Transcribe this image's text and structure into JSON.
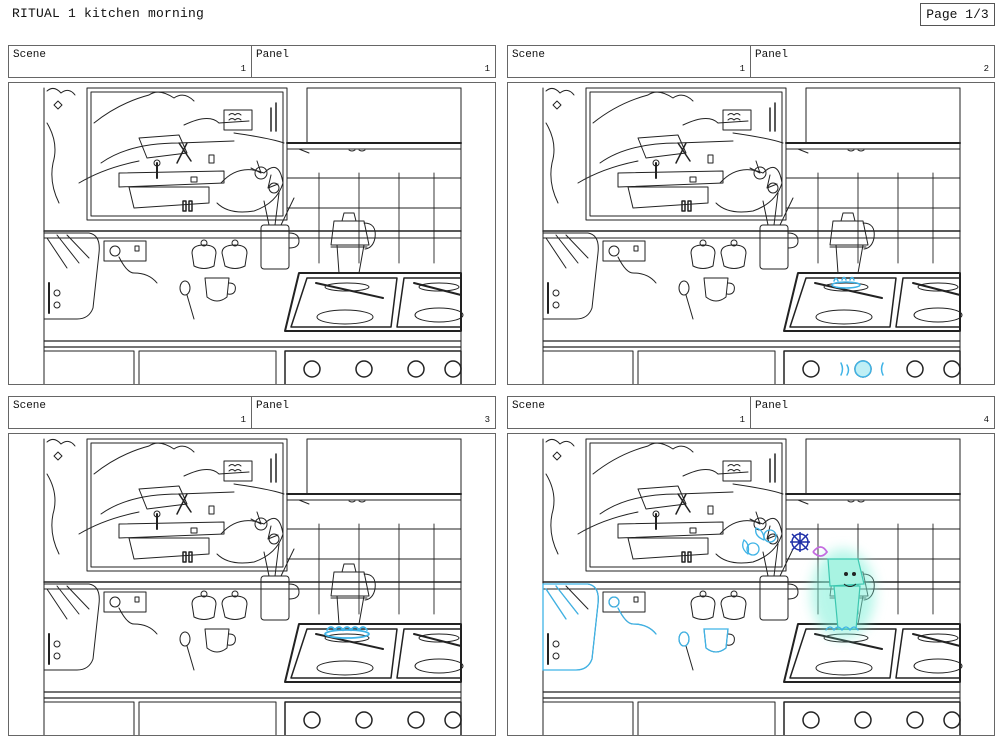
{
  "document": {
    "title": "RITUAL 1 kitchen morning",
    "page_label": "Page 1/3"
  },
  "panels": [
    {
      "scene_label": "Scene",
      "scene_number": "1",
      "panel_label": "Panel",
      "panel_number": "1"
    },
    {
      "scene_label": "Scene",
      "scene_number": "1",
      "panel_label": "Panel",
      "panel_number": "2"
    },
    {
      "scene_label": "Scene",
      "scene_number": "1",
      "panel_label": "Panel",
      "panel_number": "3"
    },
    {
      "scene_label": "Scene",
      "scene_number": "1",
      "panel_label": "Panel",
      "panel_number": "4"
    }
  ],
  "colors": {
    "line_art": "#222222",
    "magic_highlight": "#3fb3e6",
    "glow": "#7ef0d8",
    "accent_purple": "#c46be0",
    "frame_border": "#666666"
  }
}
